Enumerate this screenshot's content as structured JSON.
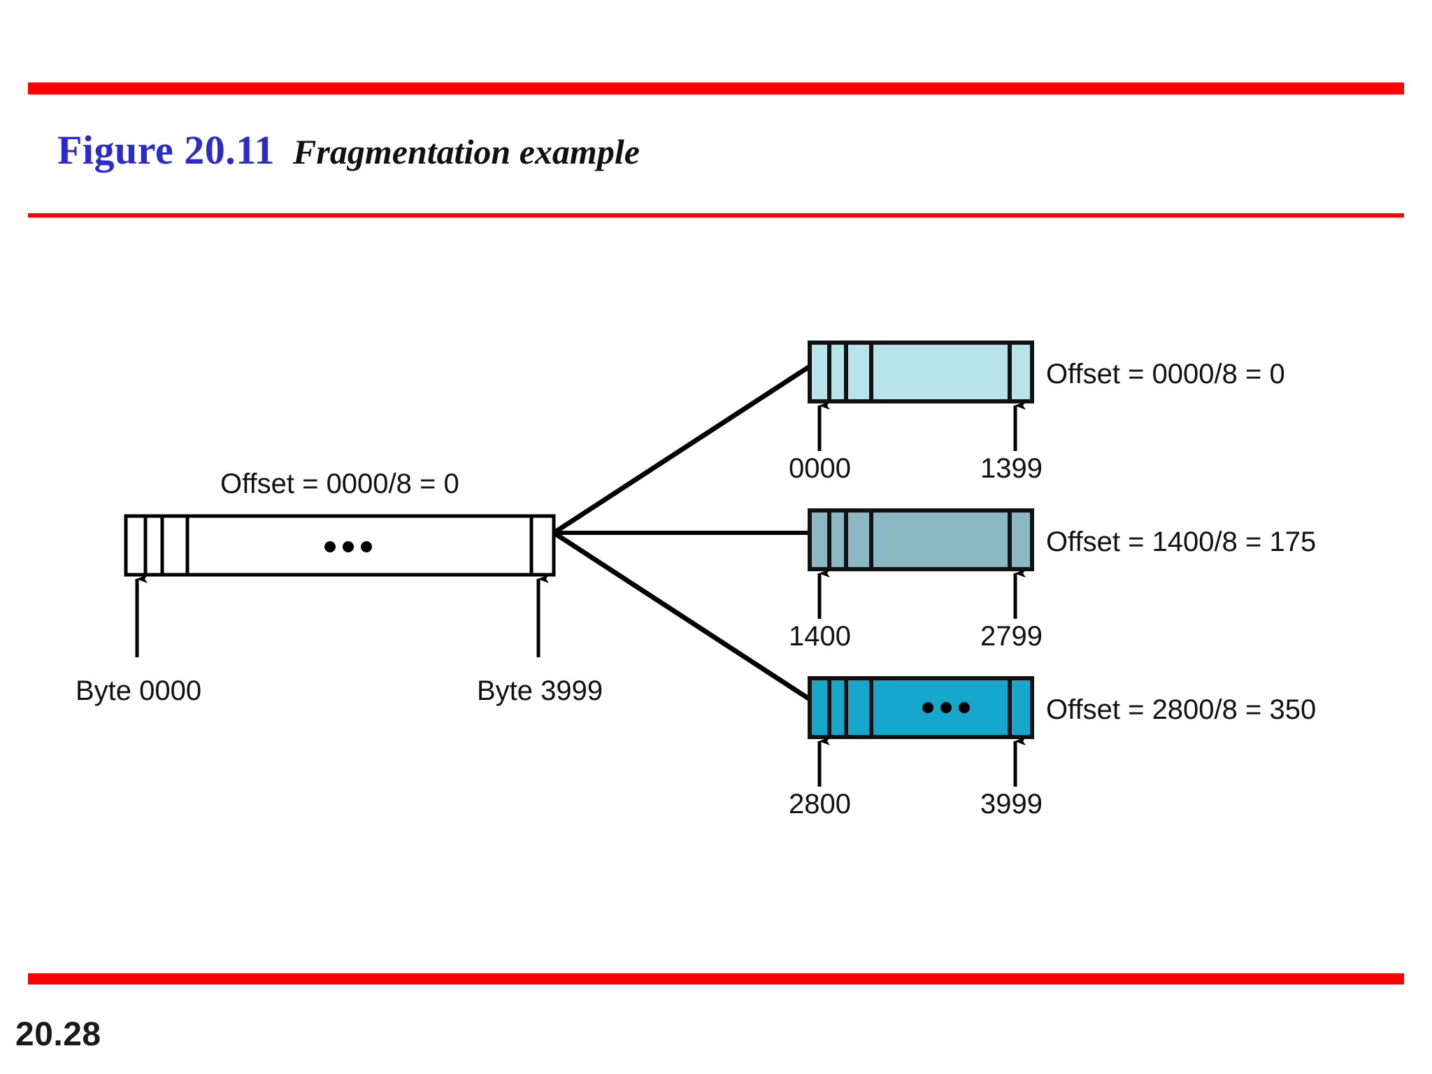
{
  "slide": {
    "figure_label": "Figure 20.11",
    "figure_title": "Fragmentation example",
    "page_number": "20.28",
    "accent_color": "#fe0000",
    "label_color": "#2a2ad0"
  },
  "diagram": {
    "original_datagram": {
      "name": "original-datagram",
      "offset_label": "Offset = 0000/8 = 0",
      "start_byte_label": "Byte 0000",
      "end_byte_label": "Byte 3999",
      "ellipsis": "• • •",
      "fill_color": "#ffffff"
    },
    "fragments": [
      {
        "name": "fragment-1",
        "offset_label": "Offset = 0000/8 = 0",
        "start_byte": "0000",
        "end_byte": "1399",
        "fill_color": "#b8e3ea",
        "has_ellipsis": false,
        "ellipsis": ""
      },
      {
        "name": "fragment-2",
        "offset_label": "Offset = 1400/8 = 175",
        "start_byte": "1400",
        "end_byte": "2799",
        "fill_color": "#8cb8c4",
        "has_ellipsis": false,
        "ellipsis": ""
      },
      {
        "name": "fragment-3",
        "offset_label": "Offset = 2800/8 = 350",
        "start_byte": "2800",
        "end_byte": "3999",
        "fill_color": "#16a7cc",
        "has_ellipsis": true,
        "ellipsis": "• • •"
      }
    ]
  }
}
